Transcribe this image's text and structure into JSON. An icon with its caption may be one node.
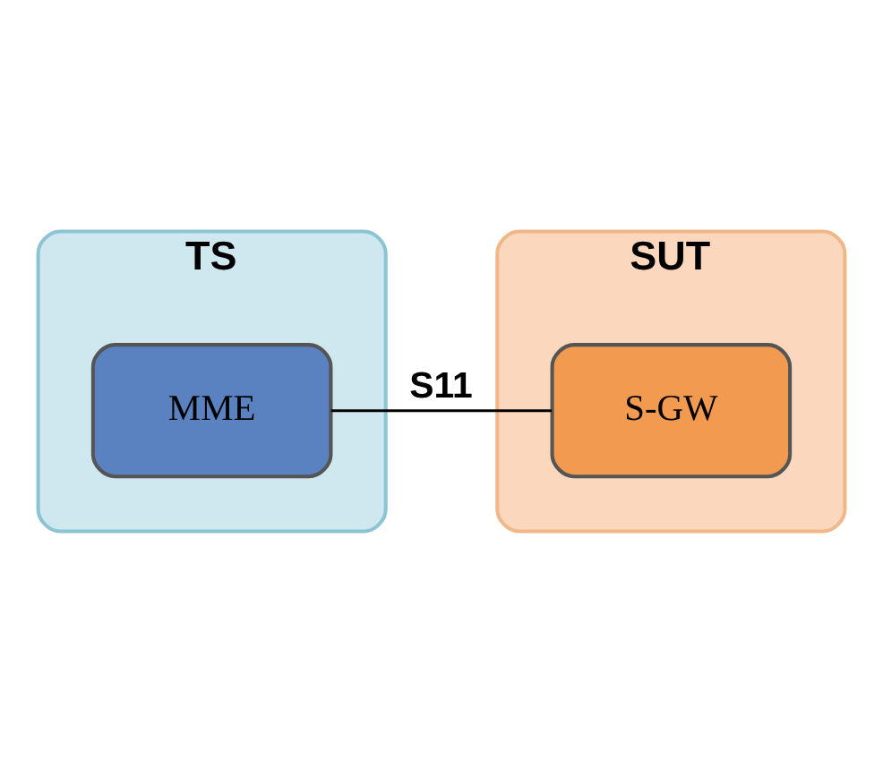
{
  "diagram": {
    "nodes": [
      {
        "text": [
          "TS"
        ]
      },
      {
        "text": [
          "MME"
        ],
        "in": 0
      },
      {
        "text": [
          "SUT"
        ]
      },
      {
        "text": [
          "S-GW"
        ],
        "in": 2
      }
    ],
    "edges": [
      {
        "from": 1,
        "to": 3,
        "arrow": "none",
        "label": "S11"
      }
    ]
  }
}
